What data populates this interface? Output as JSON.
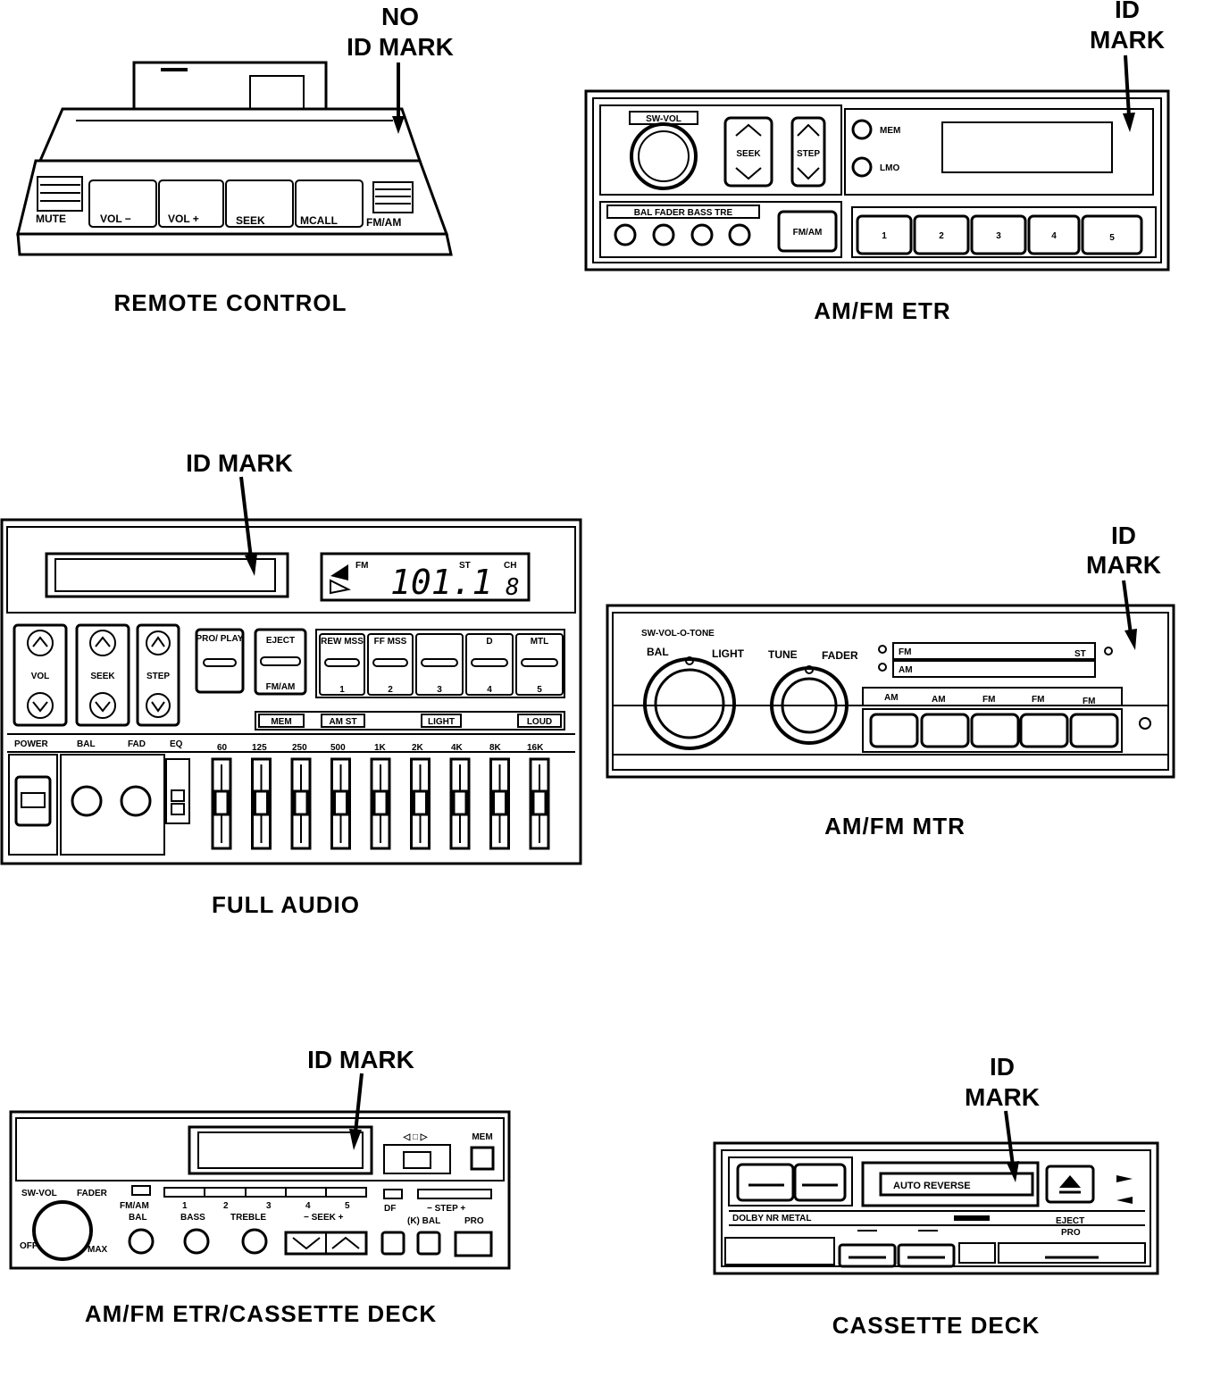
{
  "diagram": {
    "remote_control": {
      "caption": "REMOTE CONTROL",
      "callout_line1": "NO",
      "callout_line2": "ID MARK",
      "buttons": [
        "MUTE",
        "VOL −",
        "VOL +",
        "SEEK",
        "MCALL",
        "FM/AM"
      ]
    },
    "am_fm_etr": {
      "caption": "AM/FM ETR",
      "callout_line1": "ID",
      "callout_line2": "MARK",
      "knob_label": "SW-VOL",
      "seek_label": "SEEK",
      "step_label": "STEP",
      "mem_label": "MEM",
      "lmo_label": "LMO",
      "tone_strip": "BAL FADER BASS TRE",
      "band_button": "FM/AM",
      "presets": [
        "1",
        "2",
        "3",
        "4",
        "5"
      ]
    },
    "full_audio": {
      "caption": "FULL AUDIO",
      "callout": "ID MARK",
      "display": {
        "band": "FM",
        "freq": "101.1",
        "stereo": "ST",
        "ch_label": "CH",
        "ch_value": "8"
      },
      "rocker_labels": [
        "VOL",
        "SEEK",
        "STEP"
      ],
      "pro_play": "PRO/ PLAY",
      "eject": "EJECT",
      "eject_sub": "FM/AM",
      "tape_buttons": [
        {
          "top": "REW MSS",
          "num": "1"
        },
        {
          "top": "FF MSS",
          "num": "2"
        },
        {
          "top": "",
          "num": "3"
        },
        {
          "top": "D",
          "num": "4"
        },
        {
          "top": "MTL",
          "num": "5"
        }
      ],
      "indicators": [
        "MEM",
        "AM ST",
        "LIGHT",
        "LOUD"
      ],
      "eq_labels": [
        "POWER",
        "BAL",
        "FAD",
        "EQ",
        "60",
        "125",
        "250",
        "500",
        "1K",
        "2K",
        "4K",
        "8K",
        "16K"
      ]
    },
    "am_fm_mtr": {
      "caption": "AM/FM MTR",
      "callout_line1": "ID",
      "callout_line2": "MARK",
      "top_label": "SW-VOL-O-TONE",
      "knob_labels": [
        "BAL",
        "LIGHT",
        "TUNE",
        "FADER"
      ],
      "scale_fm": "FM",
      "scale_am": "AM",
      "stereo": "ST",
      "preset_labels": [
        "AM",
        "AM",
        "FM",
        "FM",
        "FM"
      ]
    },
    "etr_cassette": {
      "caption": "AM/FM ETR/CASSETTE DECK",
      "callout": "ID MARK",
      "mem_label": "MEM",
      "transport_symbols": "◁ □ ▷",
      "sw_vol": "SW-VOL",
      "fader": "FADER",
      "fm_am": "FM/AM",
      "presets": [
        "1",
        "2",
        "3",
        "4",
        "5"
      ],
      "df": "DF",
      "step": "−  STEP  +",
      "knob_labels": [
        "BAL",
        "BASS",
        "TREBLE"
      ],
      "seek": "−  SEEK  +",
      "k_bal": "(K) BAL",
      "pro": "PRO",
      "off": "OFF",
      "max": "MAX"
    },
    "cassette_deck": {
      "caption": "CASSETTE DECK",
      "callout_line1": "ID",
      "callout_line2": "MARK",
      "auto_reverse": "AUTO REVERSE",
      "dolby": "DOLBY NR METAL",
      "eject": "EJECT",
      "pro": "PRO"
    }
  }
}
